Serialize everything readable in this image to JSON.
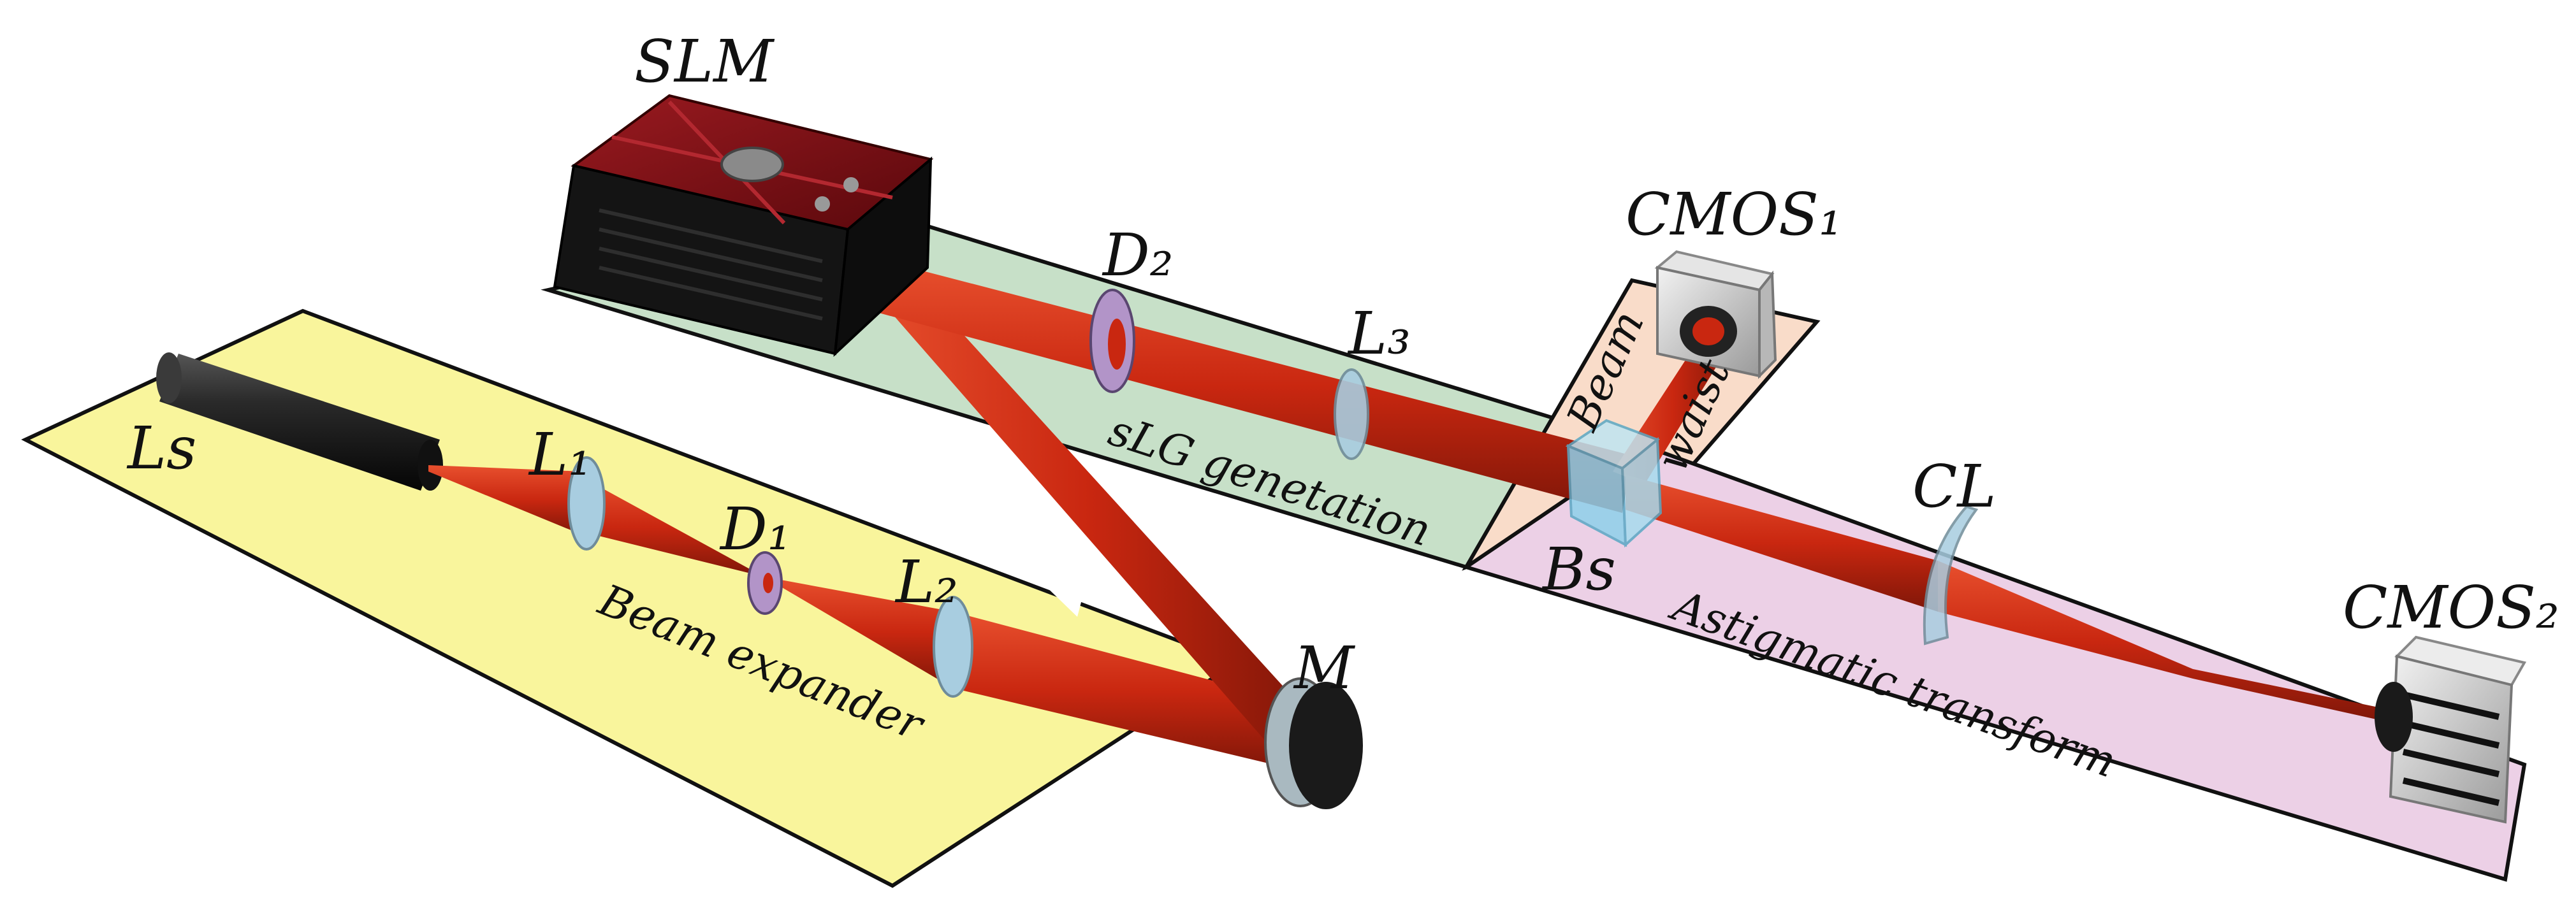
{
  "labels": {
    "slm": "SLM",
    "ls": "Ls",
    "l1": "L₁",
    "d1": "D₁",
    "l2": "L₂",
    "m": "M",
    "d2": "D₂",
    "l3": "L₃",
    "cmos1": "CMOS₁",
    "bs": "Bs",
    "cl": "CL",
    "cmos2": "CMOS₂"
  },
  "regions": {
    "beam_expander": "Beam expander",
    "slg_generation": "sLG genetation",
    "beam_waist_1": "Beam",
    "beam_waist_2": "waist",
    "astigmatic": "Astigmatic transform"
  },
  "colors": {
    "beam_expander_bg": "#f9f59c",
    "slg_bg": "#c7e0c8",
    "waist_bg": "#f9dcc9",
    "astigmatic_bg": "#ecd0e6",
    "beam": "#cc2a12",
    "beam_dark": "#7e1608",
    "lens": "#a8cde0",
    "diaphragm": "#b294c8",
    "slm_top": "#7a0e14"
  }
}
